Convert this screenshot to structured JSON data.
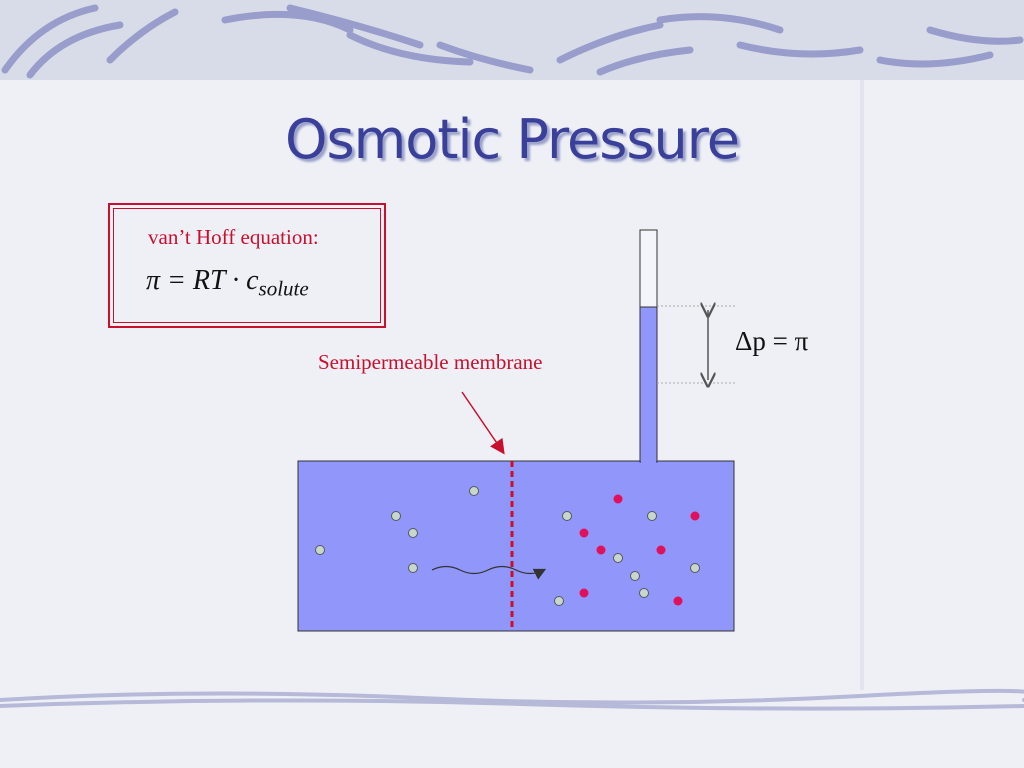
{
  "slide": {
    "title": "Osmotic Pressure"
  },
  "equation_box": {
    "label": "van’t Hoff equation:",
    "formula_main": "π = RT · c",
    "formula_sub": "solute"
  },
  "membrane": {
    "label": "Semipermeable membrane"
  },
  "pressure": {
    "label": "Δp = π"
  },
  "colors": {
    "title": "#3a3f9a",
    "accent_red": "#c8102e",
    "solution_blue": "#9096fa",
    "solvent_particle": "#c8d8c8",
    "solute_particle": "#e0105a"
  },
  "icons": {
    "solvent_particle": "circle-green-grey",
    "solute_particle": "circle-crimson"
  }
}
